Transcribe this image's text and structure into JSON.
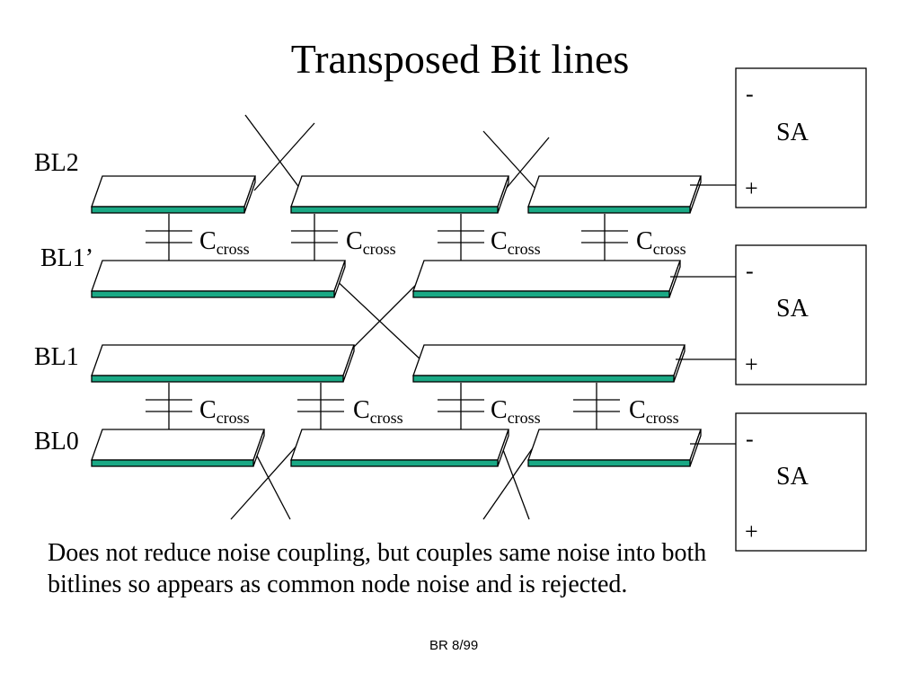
{
  "title": "Transposed Bit lines",
  "bitline_labels": {
    "bl2": "BL2",
    "bl1_prime": "BL1’",
    "bl1": "BL1",
    "bl0": "BL0"
  },
  "capacitor_label": {
    "main": "C",
    "subscript": "cross"
  },
  "sense_amp": {
    "label": "SA",
    "minus": "-",
    "plus": "+"
  },
  "caption": "Does not reduce noise coupling, but couples same noise into both bitlines so appears as common node noise and is rejected.",
  "footer": "BR 8/99",
  "colors": {
    "bitline_fill": "#ffffff",
    "bitline_bottom": "#1aa985",
    "line": "#000000"
  }
}
